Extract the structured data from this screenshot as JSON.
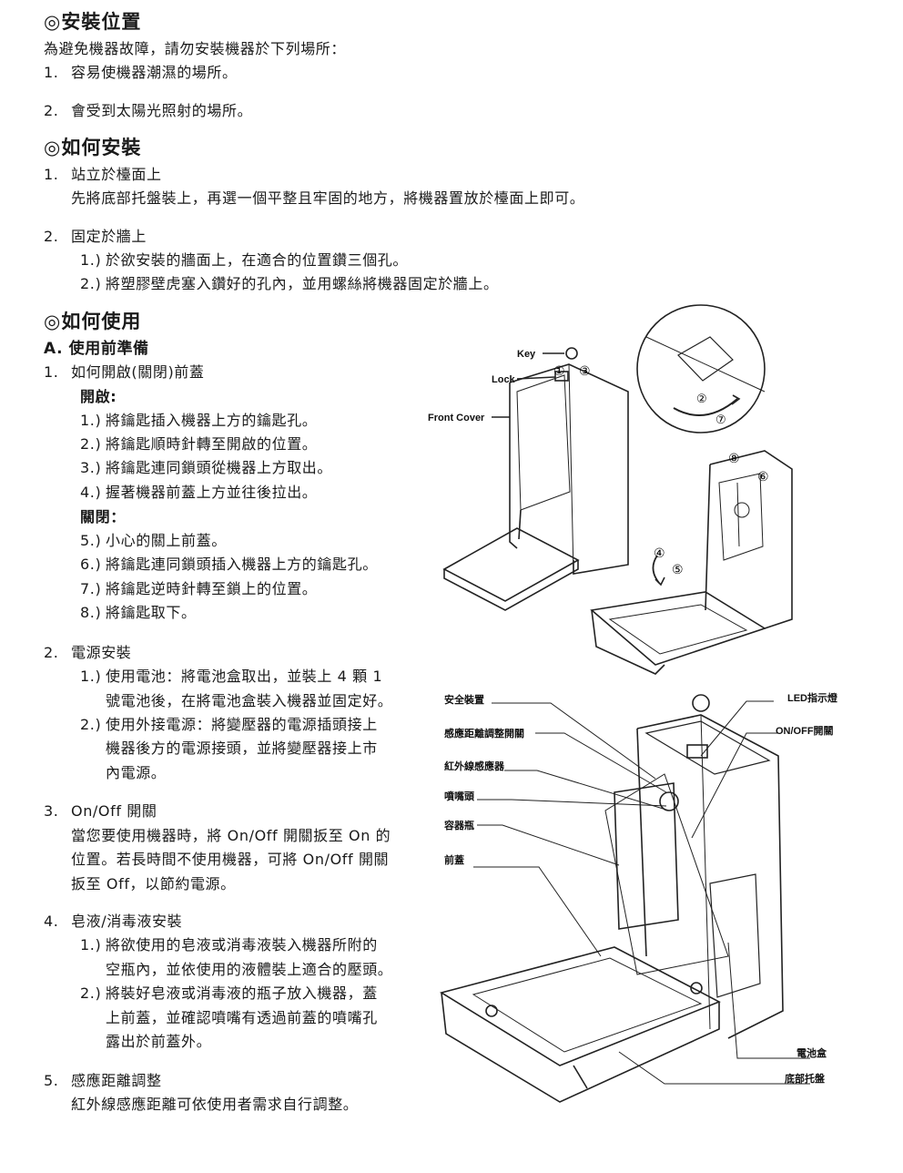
{
  "sections": {
    "install_location": {
      "title": "◎安裝位置",
      "intro": "為避免機器故障，請勿安裝機器於下列場所：",
      "items": [
        {
          "num": "1.",
          "text": "容易使機器潮濕的場所。"
        },
        {
          "num": "2.",
          "text": "會受到太陽光照射的場所。"
        }
      ]
    },
    "how_install": {
      "title": "◎如何安裝",
      "item1": {
        "num": "1.",
        "text": "站立於檯面上",
        "desc": "先將底部托盤裝上，再選一個平整且牢固的地方，將機器置放於檯面上即可。"
      },
      "item2": {
        "num": "2.",
        "text": "固定於牆上",
        "steps": [
          {
            "num": "1.)",
            "text": "於欲安裝的牆面上，在適合的位置鑽三個孔。"
          },
          {
            "num": "2.)",
            "text": "將塑膠壁虎塞入鑽好的孔內，並用螺絲將機器固定於牆上。"
          }
        ]
      }
    },
    "how_use": {
      "title": "◎如何使用",
      "subtitle": "A.  使用前準備",
      "item1": {
        "num": "1.",
        "text": "如何開啟(關閉)前蓋",
        "open_label": "開啟:",
        "open_steps": [
          {
            "num": "1.)",
            "text": "將鑰匙插入機器上方的鑰匙孔。"
          },
          {
            "num": "2.)",
            "text": "將鑰匙順時針轉至開啟的位置。"
          },
          {
            "num": "3.)",
            "text": "將鑰匙連同鎖頭從機器上方取出。"
          },
          {
            "num": "4.)",
            "text": "握著機器前蓋上方並往後拉出。"
          }
        ],
        "close_label": "關閉：",
        "close_steps": [
          {
            "num": "5.)",
            "text": "小心的關上前蓋。"
          },
          {
            "num": "6.)",
            "text": "將鑰匙連同鎖頭插入機器上方的鑰匙孔。"
          },
          {
            "num": "7.)",
            "text": "將鑰匙逆時針轉至鎖上的位置。"
          },
          {
            "num": "8.)",
            "text": "將鑰匙取下。"
          }
        ]
      },
      "item2": {
        "num": "2.",
        "text": "電源安裝",
        "steps": [
          {
            "num": "1.)",
            "lines": [
              "使用電池：將電池盒取出，並裝上 4 顆 1",
              "號電池後，在將電池盒裝入機器並固定好。"
            ]
          },
          {
            "num": "2.)",
            "lines": [
              "使用外接電源：將變壓器的電源插頭接上",
              "機器後方的電源接頭，並將變壓器接上市",
              "內電源。"
            ]
          }
        ]
      },
      "item3": {
        "num": "3.",
        "text": "On/Off 開關",
        "lines": [
          "當您要使用機器時，將 On/Off 開關扳至 On 的",
          "位置。若長時間不使用機器，可將 On/Off 開關",
          "扳至 Off，以節約電源。"
        ]
      },
      "item4": {
        "num": "4.",
        "text": "皂液/消毒液安裝",
        "steps": [
          {
            "num": "1.)",
            "lines": [
              "將欲使用的皂液或消毒液裝入機器所附的",
              "空瓶內，並依使用的液體裝上適合的壓頭。"
            ]
          },
          {
            "num": "2.)",
            "lines": [
              "將裝好皂液或消毒液的瓶子放入機器，蓋",
              "上前蓋，並確認噴嘴有透過前蓋的噴嘴孔",
              "露出於前蓋外。"
            ]
          }
        ]
      },
      "item5": {
        "num": "5.",
        "text": "感應距離調整",
        "desc": "紅外線感應距離可依使用者需求自行調整。"
      }
    }
  },
  "figure_top": {
    "labels": {
      "key": "Key",
      "lock": "Lock",
      "front_cover": "Front Cover"
    },
    "markers": [
      "①",
      "②",
      "③",
      "④",
      "⑤",
      "⑥",
      "⑦",
      "⑧"
    ]
  },
  "figure_bottom": {
    "labels": {
      "safety": "安全裝置",
      "sensor_adjust": "感應距離調整開關",
      "ir_sensor": "紅外線感應器",
      "nozzle": "噴嘴頭",
      "bottle": "容器瓶",
      "front_cover": "前蓋",
      "led": "LED指示燈",
      "onoff": "ON/OFF開關",
      "battery": "電池盒",
      "tray": "底部托盤"
    }
  }
}
